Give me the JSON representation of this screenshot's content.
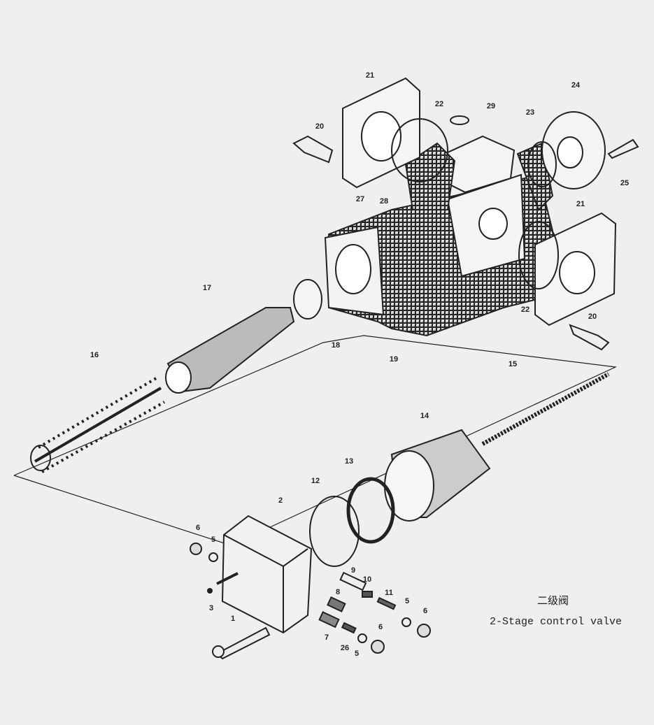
{
  "caption": {
    "chinese": "二级阀",
    "english": "2-Stage control valve"
  },
  "part_labels": [
    "21",
    "20",
    "22",
    "29",
    "23",
    "24",
    "25",
    "27",
    "28",
    "21",
    "17",
    "18",
    "19",
    "22",
    "20",
    "16",
    "15",
    "14",
    "13",
    "12",
    "2",
    "6",
    "5",
    "3",
    "9",
    "10",
    "8",
    "11",
    "5",
    "6",
    "1",
    "7",
    "26",
    "5",
    "6"
  ],
  "colors": {
    "paper": "#efefed",
    "ink": "#222222"
  }
}
